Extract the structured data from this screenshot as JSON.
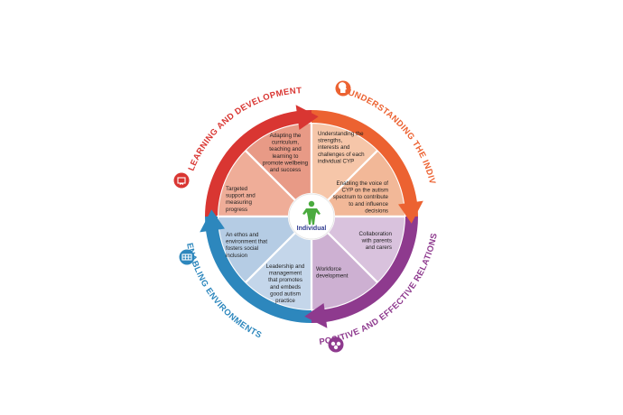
{
  "center": {
    "label": "Individual"
  },
  "quadrants": [
    {
      "id": "learning",
      "title": "LEARNING AND DEVELOPMENT",
      "icon": "certificate-icon",
      "arc_color": "#d93632",
      "segment_colors": [
        "#efad98",
        "#e89a86"
      ],
      "segments": [
        "Adapting the curriculum, teaching and learning to promote wellbeing and success",
        "Targeted support and measuring progress"
      ]
    },
    {
      "id": "understanding",
      "title": "UNDERSTANDING THE INDIVIDUAL",
      "icon": "head-icon",
      "arc_color": "#ec6231",
      "segment_colors": [
        "#f6c6a9",
        "#f2b898"
      ],
      "segments": [
        "Understanding the strengths, interests and challenges of each individual CYP",
        "Enabling the voice of CYP on the autism spectrum to contribute to and influence decisions"
      ]
    },
    {
      "id": "relationships",
      "title": "POSITIVE AND EFFECTIVE RELATIONSHIPS",
      "icon": "people-icon",
      "arc_color": "#8e3a8e",
      "segment_colors": [
        "#d9c2dd",
        "#cdb0d2"
      ],
      "segments": [
        "Collaboration with parents and carers",
        "Workforce development"
      ]
    },
    {
      "id": "environments",
      "title": "ENABLING ENVIRONMENTS",
      "icon": "building-icon",
      "arc_color": "#2d87bd",
      "segment_colors": [
        "#c4d6ea",
        "#b5cce4"
      ],
      "segments": [
        "Leadership and management that promotes and embeds good autism practice",
        "An ethos and environment that fosters social inclusion"
      ]
    }
  ]
}
